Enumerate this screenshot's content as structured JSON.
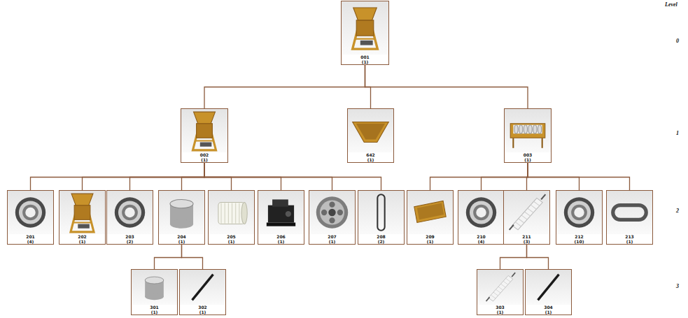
{
  "diagram": {
    "nodes": [
      {
        "text": [
          "001",
          "(1)"
        ]
      },
      {
        "text": [
          "002",
          "(1)"
        ]
      },
      {
        "text": [
          "642",
          "(1)"
        ]
      },
      {
        "text": [
          "003",
          "(1)"
        ]
      },
      {
        "text": [
          "201",
          "(4)"
        ]
      },
      {
        "text": [
          "202",
          "(1)"
        ]
      },
      {
        "text": [
          "203",
          "(2)"
        ]
      },
      {
        "text": [
          "204",
          "(1)"
        ]
      },
      {
        "text": [
          "205",
          "(1)"
        ]
      },
      {
        "text": [
          "206",
          "(1)"
        ]
      },
      {
        "text": [
          "207",
          "(1)"
        ]
      },
      {
        "text": [
          "208",
          "(2)"
        ]
      },
      {
        "text": [
          "209",
          "(1)"
        ]
      },
      {
        "text": [
          "210",
          "(4)"
        ]
      },
      {
        "text": [
          "211",
          "(3)"
        ]
      },
      {
        "text": [
          "212",
          "(10)"
        ]
      },
      {
        "text": [
          "213",
          "(1)"
        ]
      },
      {
        "text": [
          "301",
          "(1)"
        ]
      },
      {
        "text": [
          "302",
          "(1)"
        ]
      },
      {
        "text": [
          "303",
          "(1)"
        ]
      },
      {
        "text": [
          "304",
          "(1)"
        ]
      }
    ],
    "edges": [
      {
        "from": 0,
        "to": 1,
        "arrow": "none"
      },
      {
        "from": 0,
        "to": 2,
        "arrow": "none"
      },
      {
        "from": 0,
        "to": 3,
        "arrow": "none"
      },
      {
        "from": 1,
        "to": 4,
        "arrow": "none"
      },
      {
        "from": 1,
        "to": 5,
        "arrow": "none"
      },
      {
        "from": 1,
        "to": 6,
        "arrow": "none"
      },
      {
        "from": 1,
        "to": 7,
        "arrow": "none"
      },
      {
        "from": 1,
        "to": 8,
        "arrow": "none"
      },
      {
        "from": 1,
        "to": 9,
        "arrow": "none"
      },
      {
        "from": 1,
        "to": 10,
        "arrow": "none"
      },
      {
        "from": 1,
        "to": 11,
        "arrow": "none"
      },
      {
        "from": 3,
        "to": 12,
        "arrow": "none"
      },
      {
        "from": 3,
        "to": 13,
        "arrow": "none"
      },
      {
        "from": 3,
        "to": 14,
        "arrow": "none"
      },
      {
        "from": 3,
        "to": 15,
        "arrow": "none"
      },
      {
        "from": 3,
        "to": 16,
        "arrow": "none"
      },
      {
        "from": 7,
        "to": 17,
        "arrow": "none"
      },
      {
        "from": 7,
        "to": 18,
        "arrow": "none"
      },
      {
        "from": 14,
        "to": 19,
        "arrow": "none"
      },
      {
        "from": 14,
        "to": 20,
        "arrow": "none"
      }
    ],
    "labels": [
      "Level",
      "0",
      "1",
      "2",
      "3"
    ]
  }
}
